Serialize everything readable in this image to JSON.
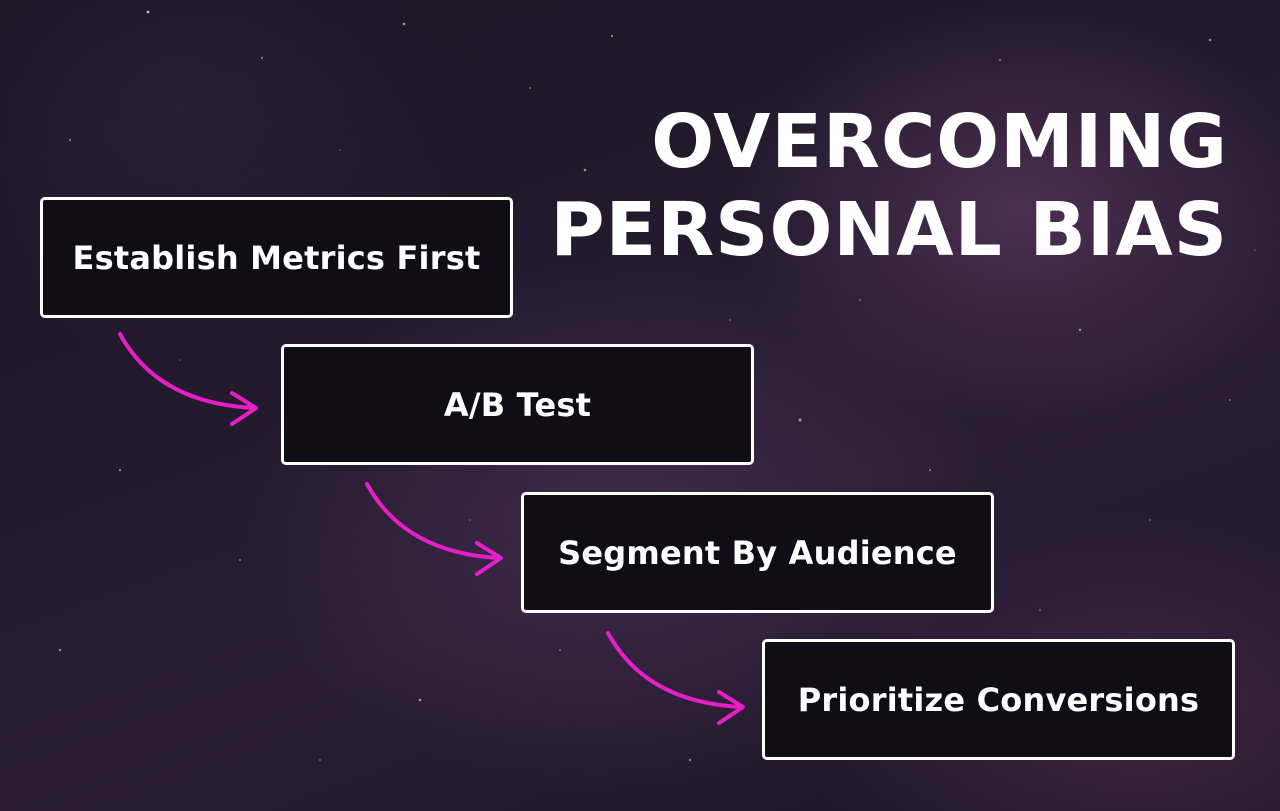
{
  "title": {
    "line1": "OVERCOMING",
    "line2": "PERSONAL BIAS"
  },
  "steps": [
    {
      "label": "Establish Metrics First"
    },
    {
      "label": "A/B Test"
    },
    {
      "label": "Segment By Audience"
    },
    {
      "label": "Prioritize Conversions"
    }
  ],
  "colors": {
    "arrow": "#e61ec8",
    "box_fill": "#110d16",
    "box_border": "#ffffff",
    "text": "#ffffff"
  }
}
